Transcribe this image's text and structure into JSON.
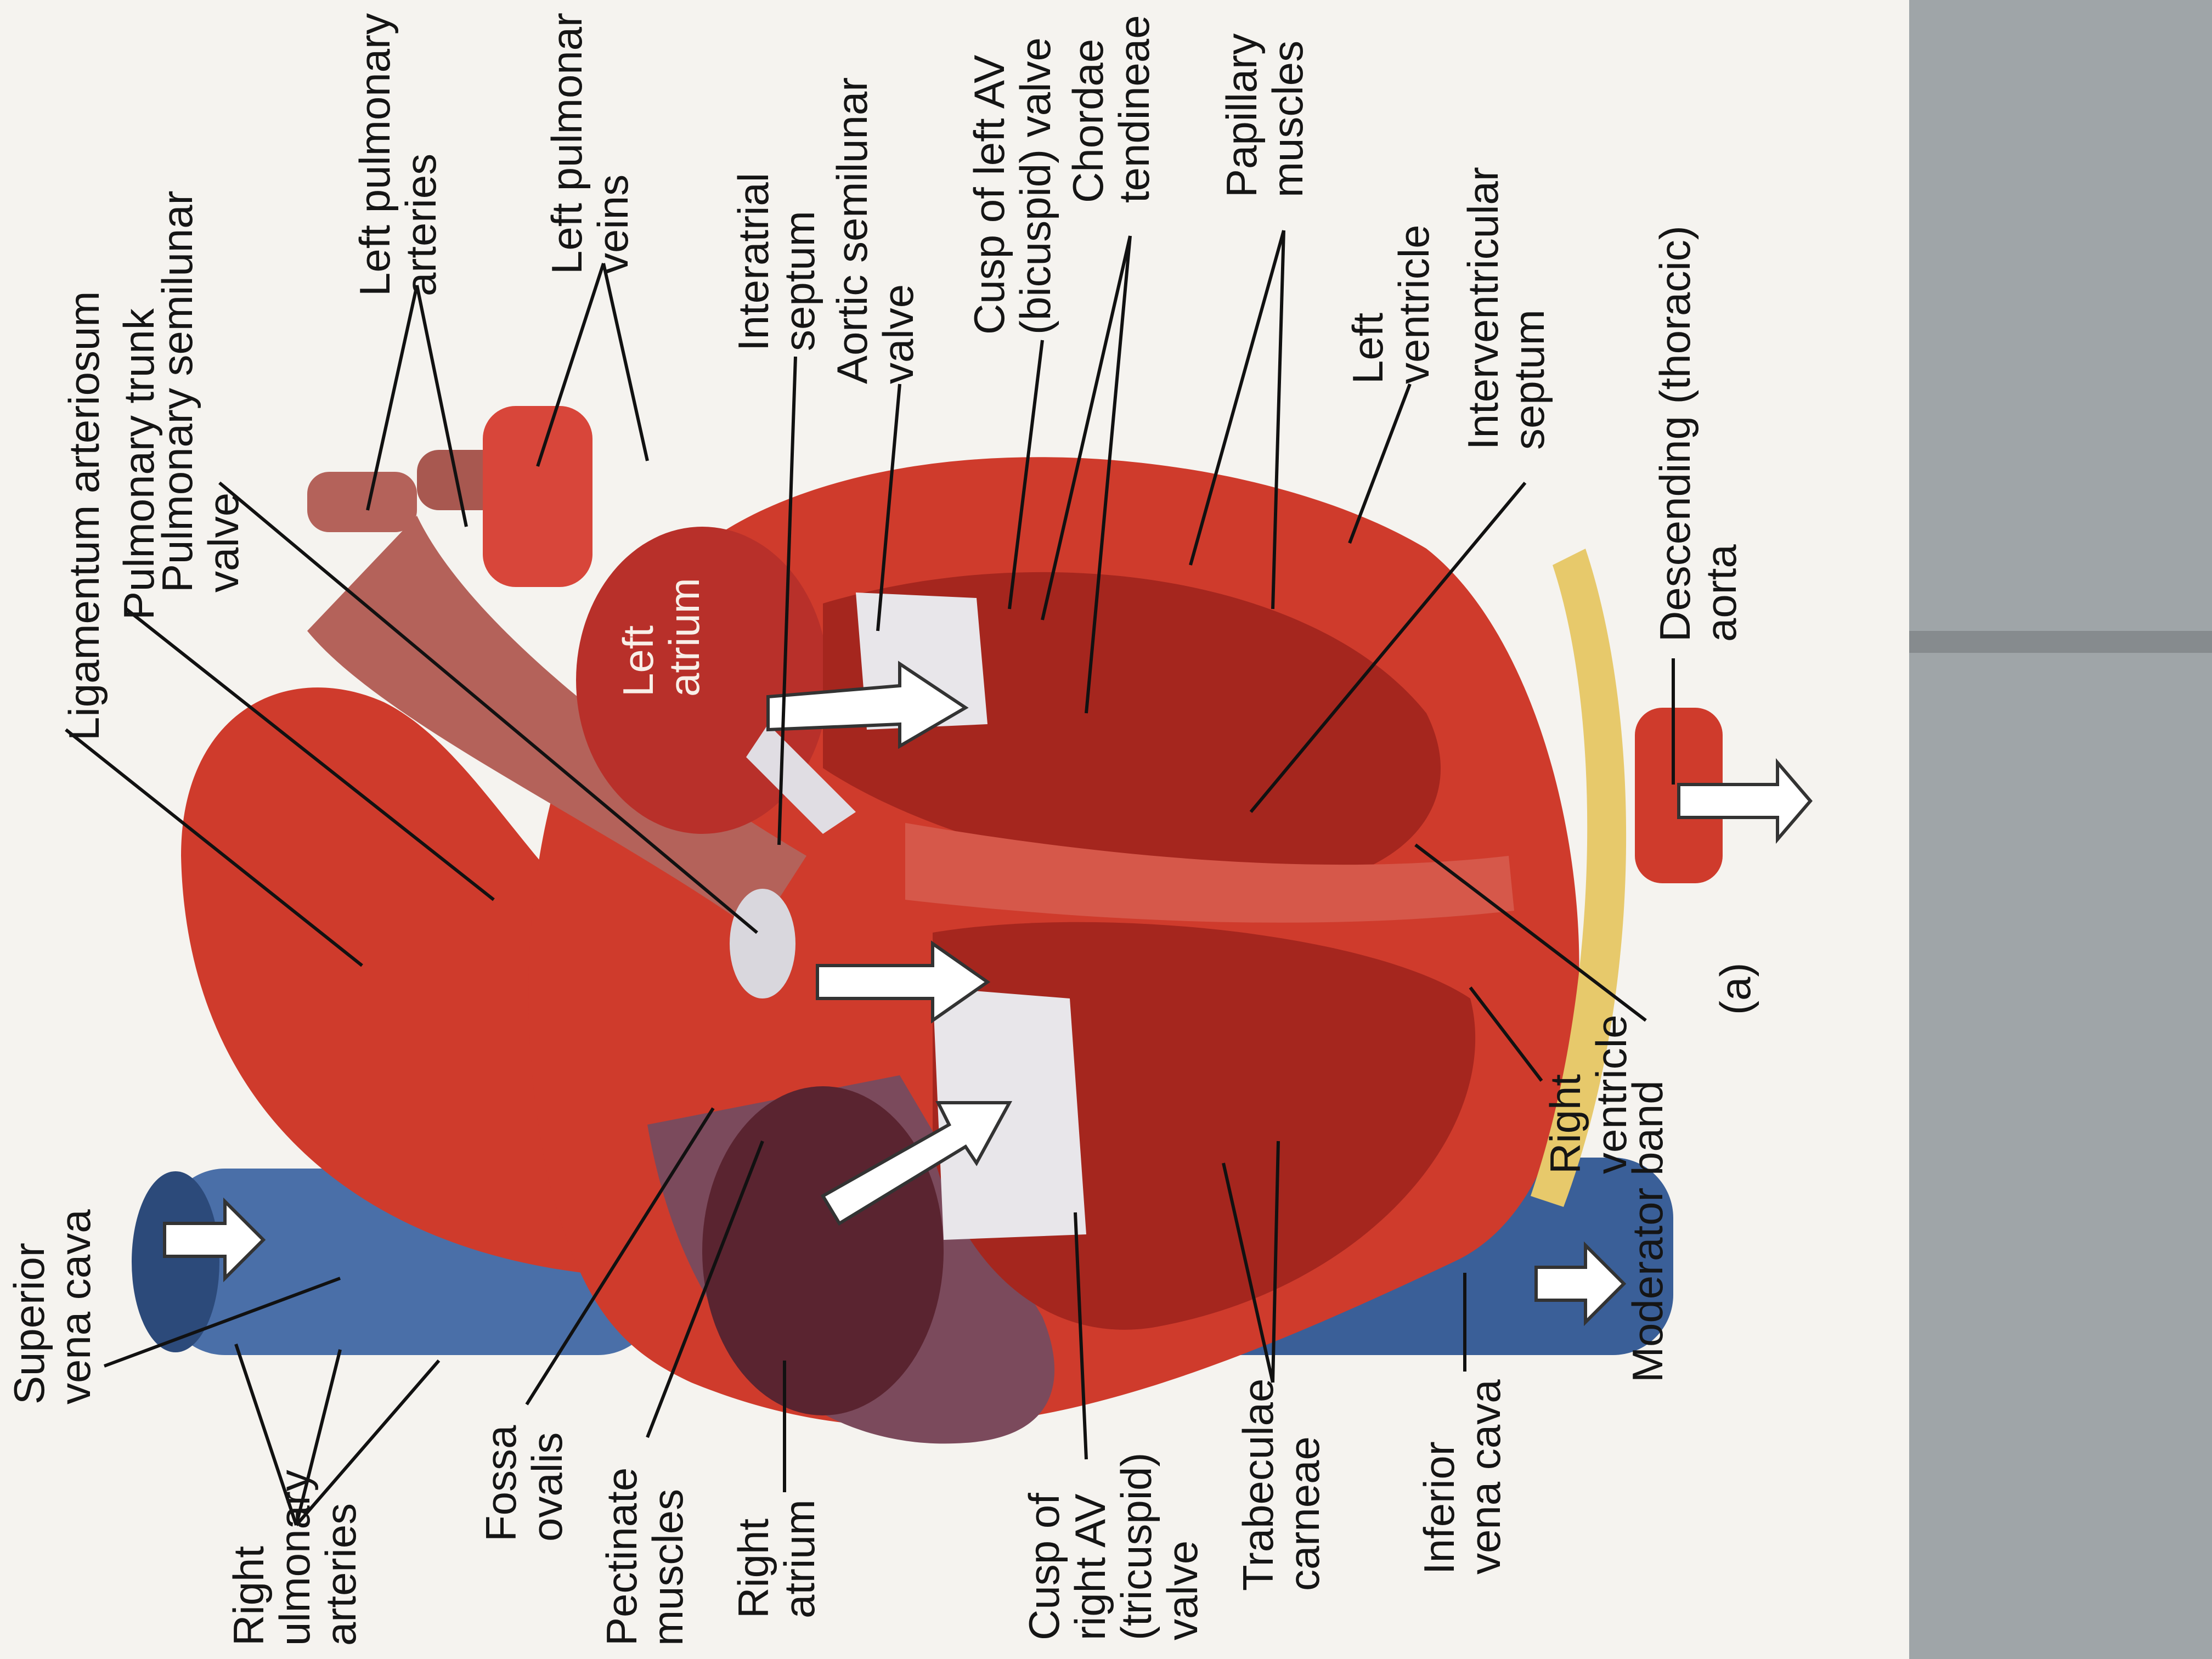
{
  "figure": {
    "panel_tag": "(a)"
  },
  "labels": {
    "ligamentum_arteriosum": [
      "Ligamentum arteriosum"
    ],
    "pulmonary_trunk": [
      "Pulmonary trunk"
    ],
    "pulmonary_semilunar_valve": [
      "Pulmonary semilunar",
      "valve"
    ],
    "left_pulmonary_arteries": [
      "Left pulmonary",
      "arteries"
    ],
    "left_pulmonary_veins": [
      "Left pulmonar",
      "veins"
    ],
    "interatrial_septum": [
      "Interatrial",
      "septum"
    ],
    "aortic_semilunar_valve": [
      "Aortic semilunar",
      "valve"
    ],
    "cusp_left_av": [
      "Cusp of left AV",
      "(bicuspid) valve"
    ],
    "chordae_tendineae": [
      "Chordae",
      "tendineae"
    ],
    "papillary_muscles": [
      "Papillary",
      "muscles"
    ],
    "left_ventricle": [
      "Left",
      "ventricle"
    ],
    "interventricular_septum": [
      "Interventricular",
      "septum"
    ],
    "descending_aorta": [
      "Descending (thoracic)",
      "aorta"
    ],
    "superior_vena_cava": [
      "Superior",
      "vena cava"
    ],
    "right_pulmonary_arteries": [
      "Right",
      "ulmonary",
      "arteries"
    ],
    "fossa_ovalis": [
      "Fossa",
      "ovalis"
    ],
    "pectinate_muscles": [
      "Pectinate",
      "muscles"
    ],
    "right_atrium": [
      "Right",
      "atrium"
    ],
    "cusp_right_av": [
      "Cusp of",
      "right AV",
      "(tricuspid)",
      "valve"
    ],
    "trabeculae_carneae": [
      "Trabeculae",
      "carneae"
    ],
    "inferior_vena_cava": [
      "Inferior",
      "vena cava"
    ],
    "right_ventricle": [
      "Right",
      "ventricle"
    ],
    "moderator_band": [
      "Moderator band"
    ],
    "left_atrium": [
      "Left",
      "atrium"
    ]
  },
  "colors": {
    "heart_red": "#cf3b2c",
    "heart_dark": "#8e1f18",
    "vein_blue": "#3a5f98",
    "valve_white": "#e8e6ea",
    "right_atrium_purple": "#7b4a5c",
    "pulmonary_trunk": "#b4625a"
  }
}
